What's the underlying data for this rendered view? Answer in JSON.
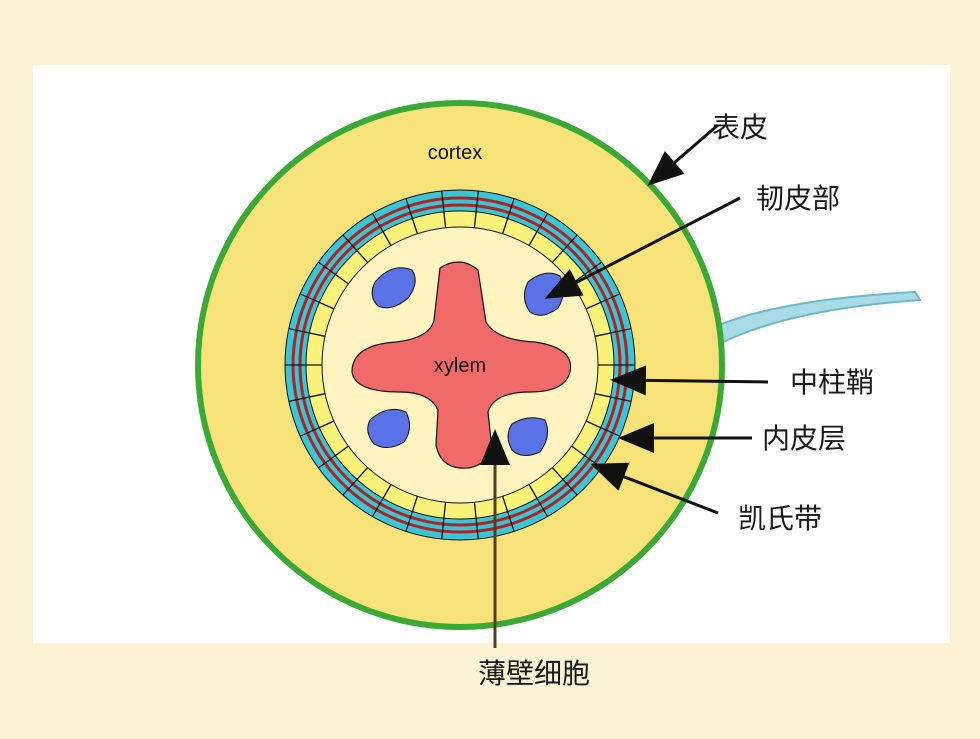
{
  "diagram": {
    "inner_labels": {
      "cortex": "cortex",
      "xylem": "xylem"
    },
    "callouts": {
      "epidermis": "表皮",
      "phloem": "韧皮部",
      "pericycle": "中柱鞘",
      "endodermis": "内皮层",
      "casparian_strip": "凯氏带",
      "parenchyma": "薄壁细胞"
    },
    "colors": {
      "background": "#fbf3d3",
      "panel": "#ffffff",
      "epidermis": "#3aa935",
      "cortex": "#f8e27a",
      "endodermis_ring": "#39c6d6",
      "casparian_strip": "#b22222",
      "pericycle": "#fbf27a",
      "stele": "#fff4c0",
      "xylem": "#f06a6a",
      "phloem": "#5a72e8",
      "root_hair": "#a9dbe6"
    }
  }
}
